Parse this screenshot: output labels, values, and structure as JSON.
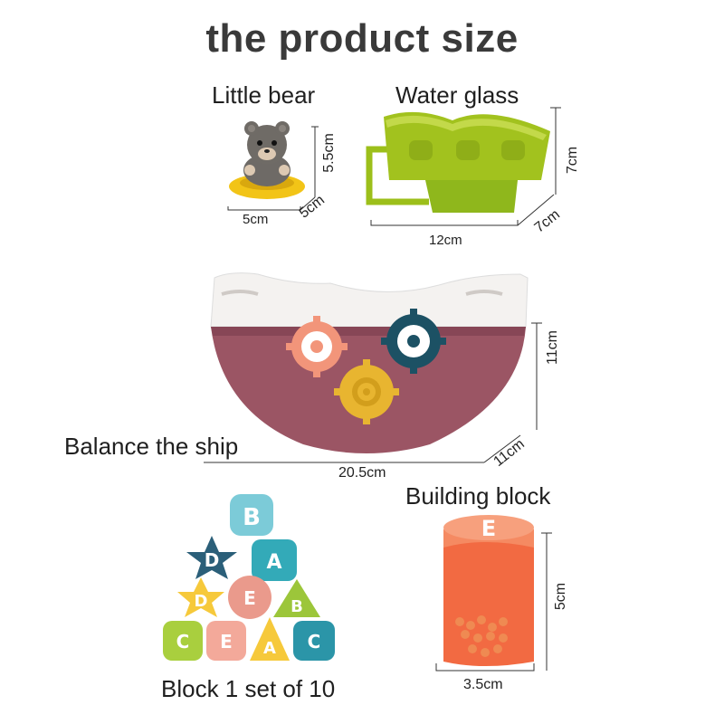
{
  "title": "the product size",
  "bear": {
    "label": "Little bear",
    "width": "5cm",
    "depth": "5cm",
    "height": "5.5cm"
  },
  "glass": {
    "label": "Water glass",
    "width": "12cm",
    "depth": "7cm",
    "height": "7cm"
  },
  "ship": {
    "label": "Balance the ship",
    "width": "20.5cm",
    "depth": "11cm",
    "height": "11cm"
  },
  "blocks": {
    "caption": "Block 1 set of 10",
    "letters": [
      "B",
      "D",
      "A",
      "D",
      "E",
      "B",
      "C",
      "E",
      "A",
      "C"
    ]
  },
  "building": {
    "label": "Building block",
    "width": "3.5cm",
    "height": "5cm",
    "letter": "E"
  }
}
